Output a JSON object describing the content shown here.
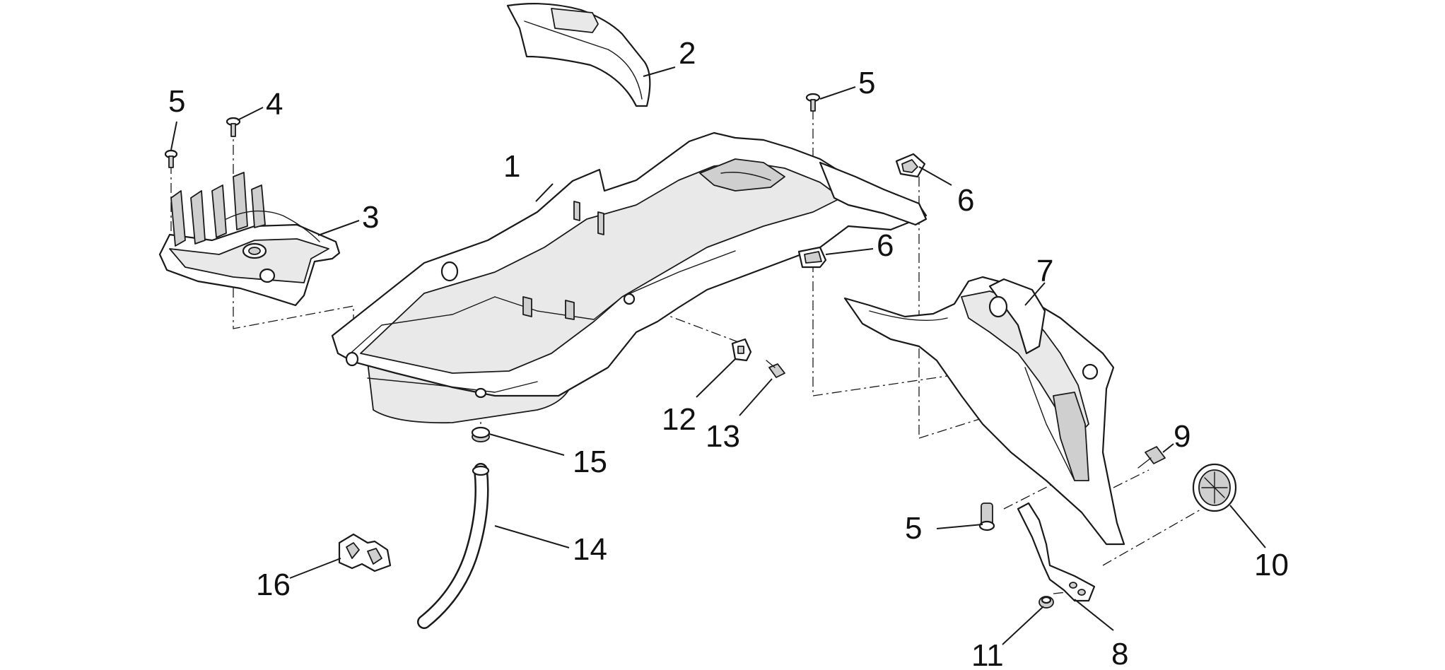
{
  "callouts": [
    {
      "id": "1",
      "text": "1"
    },
    {
      "id": "2",
      "text": "2"
    },
    {
      "id": "3",
      "text": "3"
    },
    {
      "id": "4",
      "text": "4"
    },
    {
      "id": "5a",
      "text": "5"
    },
    {
      "id": "5b",
      "text": "5"
    },
    {
      "id": "5c",
      "text": "5"
    },
    {
      "id": "6a",
      "text": "6"
    },
    {
      "id": "6b",
      "text": "6"
    },
    {
      "id": "7",
      "text": "7"
    },
    {
      "id": "8",
      "text": "8"
    },
    {
      "id": "9",
      "text": "9"
    },
    {
      "id": "10",
      "text": "10"
    },
    {
      "id": "11",
      "text": "11"
    },
    {
      "id": "12",
      "text": "12"
    },
    {
      "id": "13",
      "text": "13"
    },
    {
      "id": "14",
      "text": "14"
    },
    {
      "id": "15",
      "text": "15"
    },
    {
      "id": "16",
      "text": "16"
    }
  ]
}
